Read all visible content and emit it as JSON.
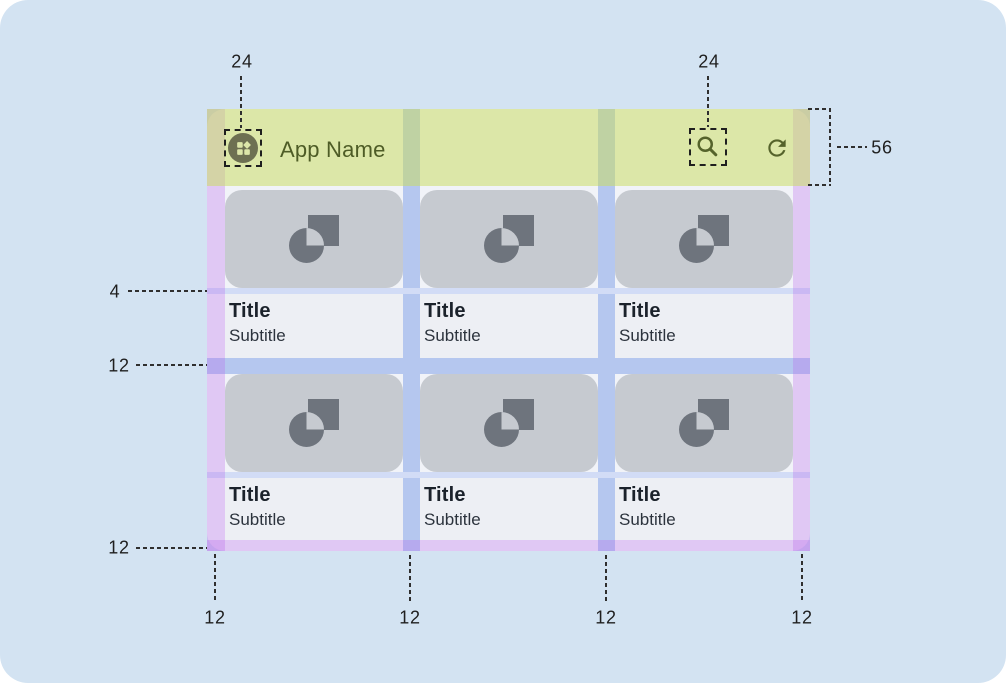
{
  "mockup": {
    "header": {
      "app_title": "App Name"
    },
    "cards": [
      {
        "title": "Title",
        "subtitle": "Subtitle"
      },
      {
        "title": "Title",
        "subtitle": "Subtitle"
      },
      {
        "title": "Title",
        "subtitle": "Subtitle"
      },
      {
        "title": "Title",
        "subtitle": "Subtitle"
      },
      {
        "title": "Title",
        "subtitle": "Subtitle"
      },
      {
        "title": "Title",
        "subtitle": "Subtitle"
      }
    ]
  },
  "annotations": {
    "icon_size_left": "24",
    "icon_size_right": "24",
    "header_height": "56",
    "image_text_gap": "4",
    "row_gutter": "12",
    "bottom_margin_left": "12",
    "bottom_labels": [
      "12",
      "12",
      "12",
      "12"
    ]
  },
  "icons": {
    "app_launcher": "app-launcher-icon",
    "search": "search-icon",
    "refresh": "refresh-icon",
    "placeholder": "image-placeholder-icon"
  },
  "colors": {
    "page_background": "#d3e3f2",
    "header_green": "#dce6a9",
    "header_foreground": "#4e5c26",
    "card_image_gray": "#c6cad0",
    "placeholder_gray": "#6e747d",
    "gutter_blue": "#b5c7ef",
    "spacing_blue_light": "#d2dcf6",
    "margin_purple": "rgba(185,103,235,0.30)",
    "content_background": "#f1f3f8"
  }
}
